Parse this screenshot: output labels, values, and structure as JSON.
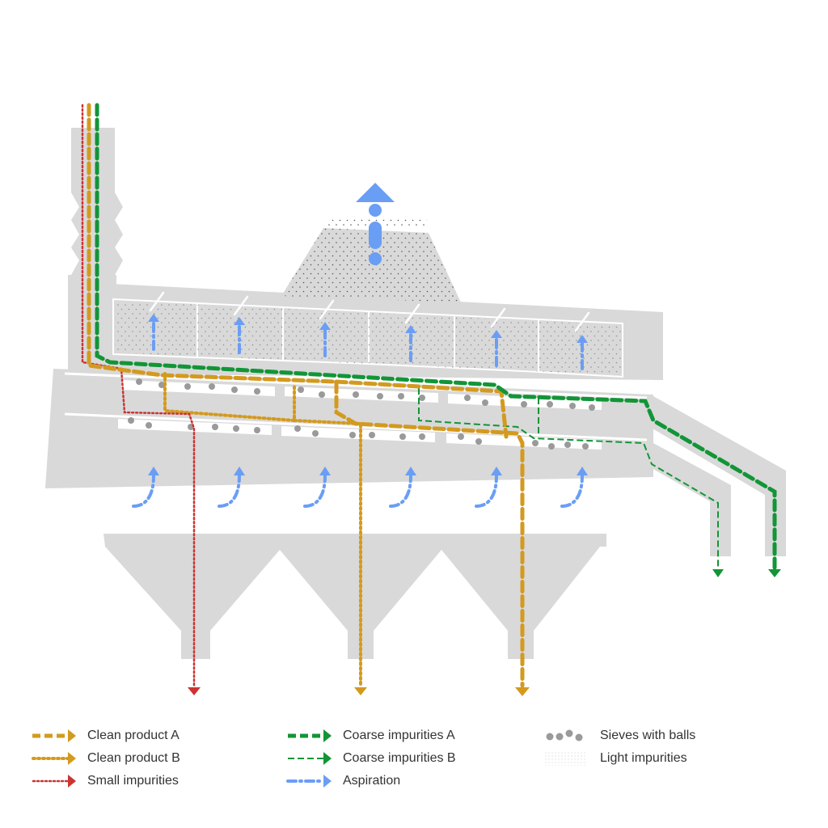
{
  "colors": {
    "machine_gray": "#d9d9d9",
    "clean_product": "#d39a1f",
    "small_impurities": "#cc3333",
    "coarse_impurities": "#129537",
    "aspiration": "#6a9ef5",
    "sieve_ball": "#9a9a9a",
    "light_impurity_dot": "#555555"
  },
  "legend": {
    "clean_product_a": {
      "label": "Clean product A",
      "line": "dashed-thick",
      "color": "#d39a1f"
    },
    "clean_product_b": {
      "label": "Clean product B",
      "line": "dotted-thick",
      "color": "#d39a1f"
    },
    "small_impurities": {
      "label": "Small impurities",
      "line": "dotted-thin",
      "color": "#cc3333"
    },
    "coarse_impurities_a": {
      "label": "Coarse impurities A",
      "line": "dashed-thick",
      "color": "#129537"
    },
    "coarse_impurities_b": {
      "label": "Coarse impurities B",
      "line": "dashed-thin",
      "color": "#129537"
    },
    "aspiration": {
      "label": "Aspiration",
      "line": "dash-dot",
      "color": "#6a9ef5"
    },
    "sieves_with_balls": {
      "label": "Sieves with balls",
      "icon": "gray-balls"
    },
    "light_impurities": {
      "label": "Light impurities",
      "icon": "dot-pattern"
    }
  }
}
